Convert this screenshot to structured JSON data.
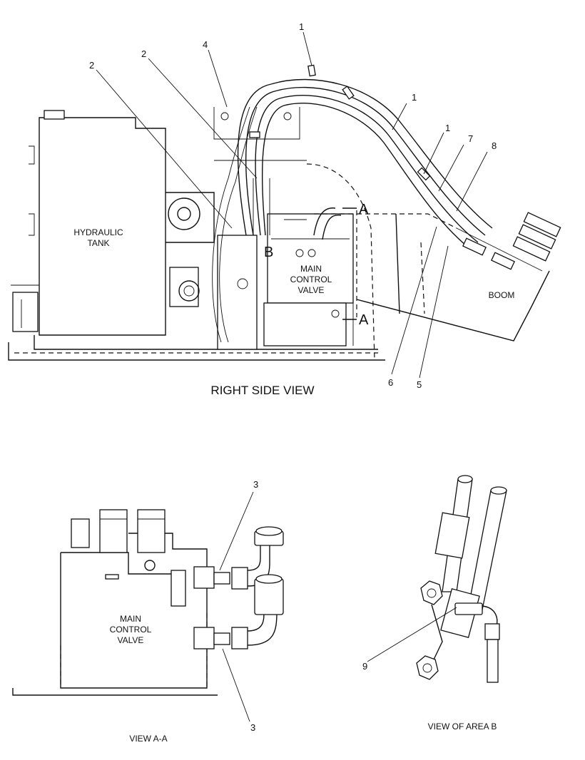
{
  "views": {
    "main_title": "RIGHT SIDE VIEW",
    "view_aa_title": "VIEW  A-A",
    "view_b_title": "VIEW OF AREA  B"
  },
  "components": {
    "hydraulic_tank_line1": "HYDRAULIC",
    "hydraulic_tank_line2": "TANK",
    "mcv_line1": "MAIN",
    "mcv_line2": "CONTROL",
    "mcv_line3": "VALVE",
    "boom": "BOOM"
  },
  "section_marks": {
    "a_top": "A",
    "a_bottom": "A",
    "b": "B"
  },
  "callouts": {
    "c1a": "1",
    "c1b": "1",
    "c1c": "1",
    "c2a": "2",
    "c2b": "2",
    "c3a": "3",
    "c3b": "3",
    "c4": "4",
    "c5": "5",
    "c6": "6",
    "c7": "7",
    "c8": "8",
    "c9": "9"
  }
}
